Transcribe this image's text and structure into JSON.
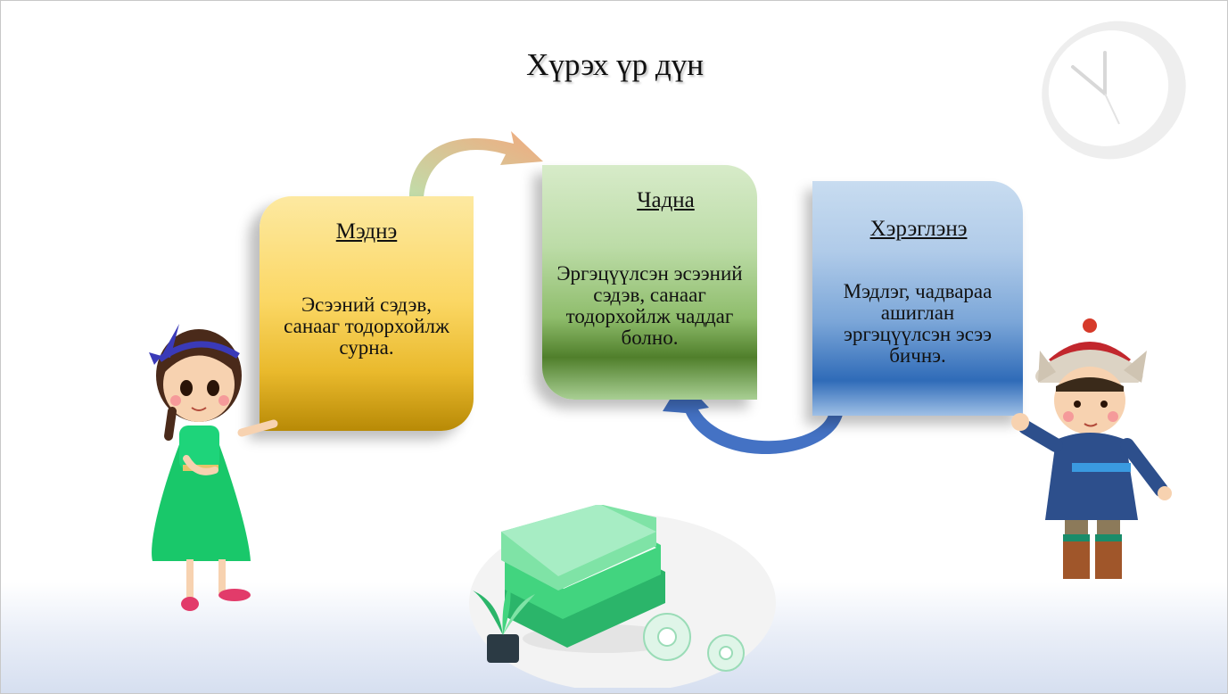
{
  "title": "Хүрэх үр дүн",
  "boxes": [
    {
      "heading": "Мэднэ",
      "text": "Эсээний сэдэв, санааг тодорхойлж сурна.",
      "color": "#f5c842"
    },
    {
      "heading": "Чадна",
      "text": "Эргэцүүлсэн эсээний сэдэв, санааг тодорхойлж чаддаг болно.",
      "color": "#6fa548"
    },
    {
      "heading": "Хэрэглэнэ",
      "text": "Мэдлэг, чадвараа ашиглан эргэцүүлсэн эсээ бичнэ.",
      "color": "#3f7cc4"
    }
  ],
  "decor": [
    "clock-icon",
    "girl-illustration",
    "boy-illustration",
    "books-icon",
    "plant-icon",
    "gear-icon"
  ],
  "colors": {
    "arrow_top": "#e9a77a",
    "arrow_bottom": "#4472c4"
  }
}
